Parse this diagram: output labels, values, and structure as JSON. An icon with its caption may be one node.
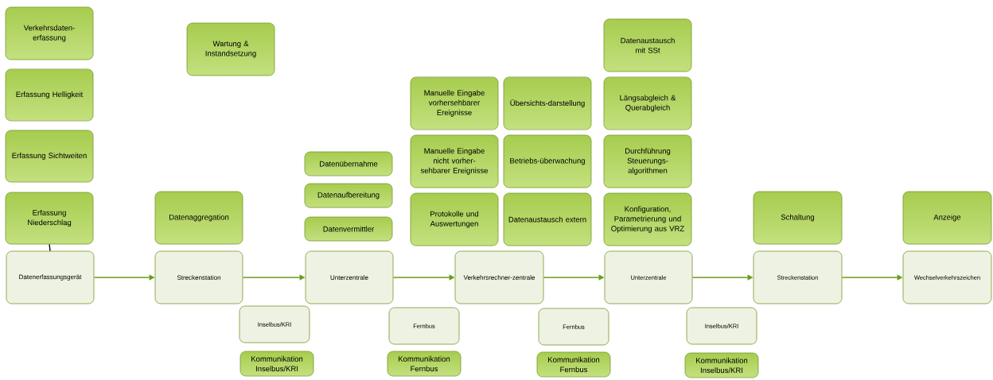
{
  "diagram": {
    "nodes": [
      {
        "text": [
          "Verkehrsdaten-erfassung"
        ]
      },
      {
        "text": [
          "Erfassung Helligkeit"
        ]
      },
      {
        "text": [
          "Erfassung Sichtweiten"
        ]
      },
      {
        "text": [
          "Erfassung Niederschlag"
        ]
      },
      {
        "text": [
          "Datenerfassungsgerät"
        ]
      },
      {
        "text": [
          "Wartung & Instandsetzung"
        ]
      },
      {
        "text": [
          "Datenaggregation"
        ]
      },
      {
        "text": [
          "Streckenstation"
        ]
      },
      {
        "text": [
          "Inselbus/KRI"
        ]
      },
      {
        "text": [
          "Kommunikation Inselbus/KRI"
        ]
      },
      {
        "text": [
          "Datenübernahme"
        ]
      },
      {
        "text": [
          "Datenaufbereitung"
        ]
      },
      {
        "text": [
          "Datenvermittler"
        ]
      },
      {
        "text": [
          "Unterzentrale"
        ]
      },
      {
        "text": [
          "Fernbus"
        ]
      },
      {
        "text": [
          "Kommunikation Fernbus"
        ]
      },
      {
        "text": [
          "Manuelle Eingabe vorhersehbarer Ereignisse"
        ]
      },
      {
        "text": [
          "Übersichts-darstellung"
        ]
      },
      {
        "text": [
          "Manuelle Eingabe nicht vorher-sehbarer Ereignisse"
        ]
      },
      {
        "text": [
          "Betriebs-überwachung"
        ]
      },
      {
        "text": [
          "Protokolle und Auswertungen"
        ]
      },
      {
        "text": [
          "Datenaustausch extern"
        ]
      },
      {
        "text": [
          "Verkehrsrechner-zentrale"
        ]
      },
      {
        "text": [
          "Fernbus"
        ]
      },
      {
        "text": [
          "Kommunikation Fernbus"
        ]
      },
      {
        "text": [
          "Datenaustausch mit SSt"
        ]
      },
      {
        "text": [
          "Längsabgleich & Querabgleich"
        ]
      },
      {
        "text": [
          "Durchführung Steuerungs-algorithmen"
        ]
      },
      {
        "text": [
          "Konfiguration, Parametrierung und Optimierung aus VRZ"
        ]
      },
      {
        "text": [
          "Unterzentrale"
        ]
      },
      {
        "text": [
          "Inselbus/KRI"
        ]
      },
      {
        "text": [
          "Kommunikation Inselbus/KRI"
        ]
      },
      {
        "text": [
          "Schaltung"
        ]
      },
      {
        "text": [
          "Streckenstation"
        ]
      },
      {
        "text": [
          "Anzeige"
        ]
      },
      {
        "text": [
          "Wechselverkehrszeichen"
        ]
      }
    ],
    "edges": [
      {
        "from": 3,
        "to": 4,
        "arrow": "none",
        "color": "#000000"
      },
      {
        "from": 4,
        "to": 7,
        "arrow": "to"
      },
      {
        "from": 7,
        "to": 13,
        "arrow": "to"
      },
      {
        "from": 13,
        "to": 22,
        "arrow": "to"
      },
      {
        "from": 22,
        "to": 29,
        "arrow": "to"
      },
      {
        "from": 29,
        "to": 33,
        "arrow": "to"
      },
      {
        "from": 33,
        "to": 35,
        "arrow": "to"
      }
    ]
  }
}
